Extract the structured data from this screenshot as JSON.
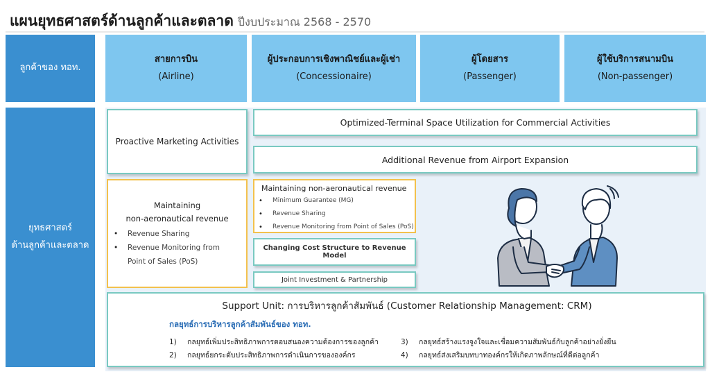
{
  "title": "แผนยุทธศาสตร์ด้านลูกค้าและตลาด",
  "title_period": "ปีงบประมาณ 2568 - 2570",
  "customers_label": "ลูกค้าของ ทอท.",
  "strategy_label_line1": "ยุทธศาสตร์",
  "strategy_label_line2": "ด้านลูกค้าและตลาด",
  "customer_segments": [
    {
      "th": "สายการบิน",
      "en": "(Airline)"
    },
    {
      "th": "ผู้ประกอบการเชิงพาณิชย์และผู้เช่า",
      "en": "(Concessionaire)"
    },
    {
      "th": "ผู้โดยสาร",
      "en": "(Passenger)"
    },
    {
      "th": "ผู้ใช้บริการสนามบิน",
      "en": "(Non-passenger)"
    }
  ],
  "proactive": "Proactive Marketing Activities",
  "optimized": "Optimized-Terminal Space Utilization for Commercial Activities",
  "additional": "Additional Revenue from Airport Expansion",
  "airline_nonaero": {
    "title_line1": "Maintaining",
    "title_line2": "non-aeronautical revenue",
    "item1": "Revenue Sharing",
    "item2_line1": "Revenue Monitoring from",
    "item2_line2": "Point of Sales (PoS)"
  },
  "concession_nonaero": {
    "title": "Maintaining non-aeronautical revenue",
    "items": [
      "Minimum Guarantee (MG)",
      "Revenue Sharing",
      "Revenue Monitoring from Point of Sales (PoS)"
    ]
  },
  "cost_structure": "Changing Cost Structure to Revenue Model",
  "joint": "Joint Investment & Partnership",
  "crm": {
    "title": "Support Unit:  การบริหารลูกค้าสัมพันธ์ (Customer Relationship Management: CRM)",
    "subtitle": "กลยุทธ์การบริหารลูกค้าสัมพันธ์ของ ทอท.",
    "items": [
      {
        "num": "1)",
        "text": "กลยุทธ์เพิ่มประสิทธิภาพการตอบสนองความต้องการของลูกค้า"
      },
      {
        "num": "2)",
        "text": "กลยุทธ์ยกระดับประสิทธิภาพการดำเนินการขององค์กร"
      },
      {
        "num": "3)",
        "text": "กลยุทธ์สร้างแรงจูงใจและเชื่อมความสัมพันธ์กับลูกค้าอย่างยั่งยืน"
      },
      {
        "num": "4)",
        "text": "กลยุทธ์ส่งเสริมบทบาทองค์กรให้เกิดภาพลักษณ์ที่ดีต่อลูกค้า"
      }
    ]
  },
  "colors": {
    "side_blue": "#3a8fd0",
    "header_blue": "#7ec6ef",
    "teal_border": "#79c9c1",
    "orange_border": "#f3c14d",
    "crm_blue": "#2a6db5"
  }
}
